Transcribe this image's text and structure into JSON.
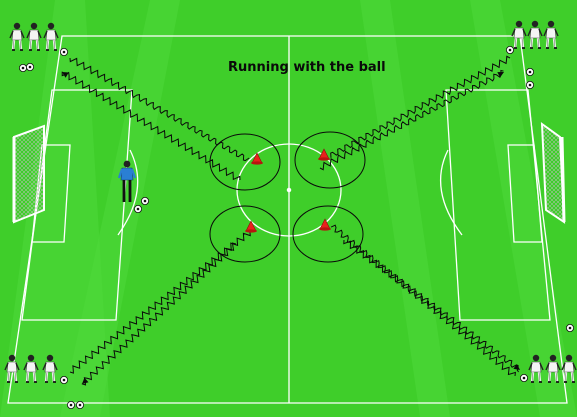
{
  "diagram": {
    "title": "Running with the ball",
    "colors": {
      "grass": "#3fce2a",
      "grass_stripe": "#4fd83a",
      "lines": "#ffffff",
      "dribble_path": "#0a0a0a",
      "cone": "#e8221c",
      "coach_shirt": "#2a7fd4"
    },
    "player_groups": [
      {
        "corner": "top-left",
        "players": 3
      },
      {
        "corner": "top-right",
        "players": 3
      },
      {
        "corner": "bottom-left",
        "players": 3
      },
      {
        "corner": "bottom-right",
        "players": 3
      }
    ],
    "cone_circles": 4,
    "coach": 1,
    "icons": [
      "player-icon",
      "ball-icon",
      "cone-icon",
      "goal-icon",
      "coach-icon"
    ]
  }
}
